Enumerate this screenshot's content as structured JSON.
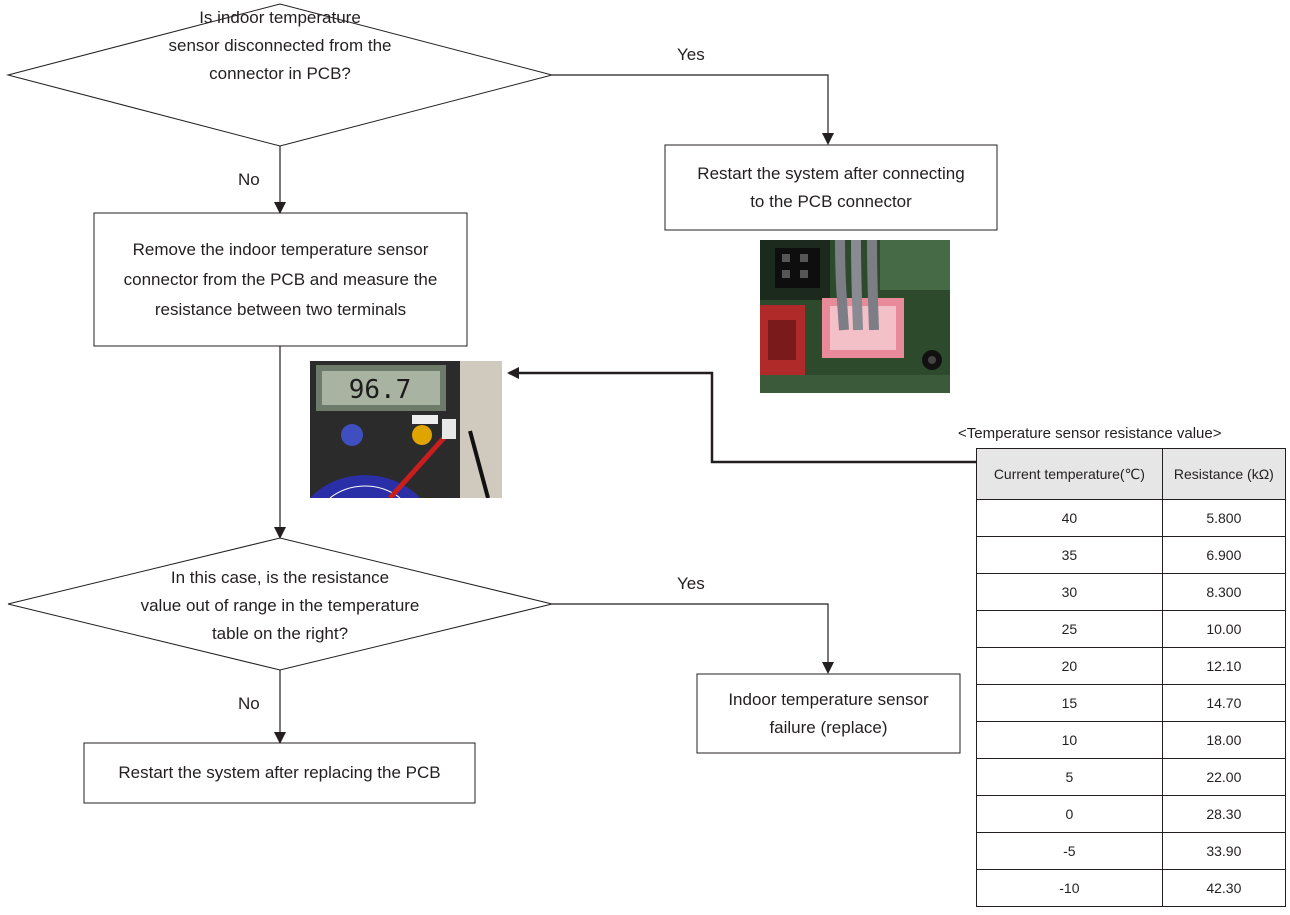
{
  "flow": {
    "decision1": [
      "Is indoor temperature",
      "sensor disconnected from the",
      "connector in PCB?"
    ],
    "action_reconnect": [
      "Restart the system after connecting",
      "to the PCB connector"
    ],
    "action_measure": [
      "Remove the indoor temperature sensor",
      "connector from the PCB and measure the",
      "resistance between two terminals"
    ],
    "decision2": [
      "In this case, is the resistance",
      "value out of range in the temperature",
      "table on the right?"
    ],
    "action_replace_sensor": [
      "Indoor temperature sensor",
      "failure (replace)"
    ],
    "action_replace_pcb": "Restart the system after replacing the PCB",
    "yes_label": "Yes",
    "no_label": "No"
  },
  "table": {
    "title": "<Temperature sensor resistance value>",
    "headers": [
      "Current temperature(℃)",
      "Resistance (kΩ)"
    ],
    "rows": [
      [
        "40",
        "5.800"
      ],
      [
        "35",
        "6.900"
      ],
      [
        "30",
        "8.300"
      ],
      [
        "25",
        "10.00"
      ],
      [
        "20",
        "12.10"
      ],
      [
        "15",
        "14.70"
      ],
      [
        "10",
        "18.00"
      ],
      [
        "5",
        "22.00"
      ],
      [
        "0",
        "28.30"
      ],
      [
        "-5",
        "33.90"
      ],
      [
        "-10",
        "42.30"
      ]
    ]
  },
  "multimeter": {
    "display": "96.7"
  }
}
